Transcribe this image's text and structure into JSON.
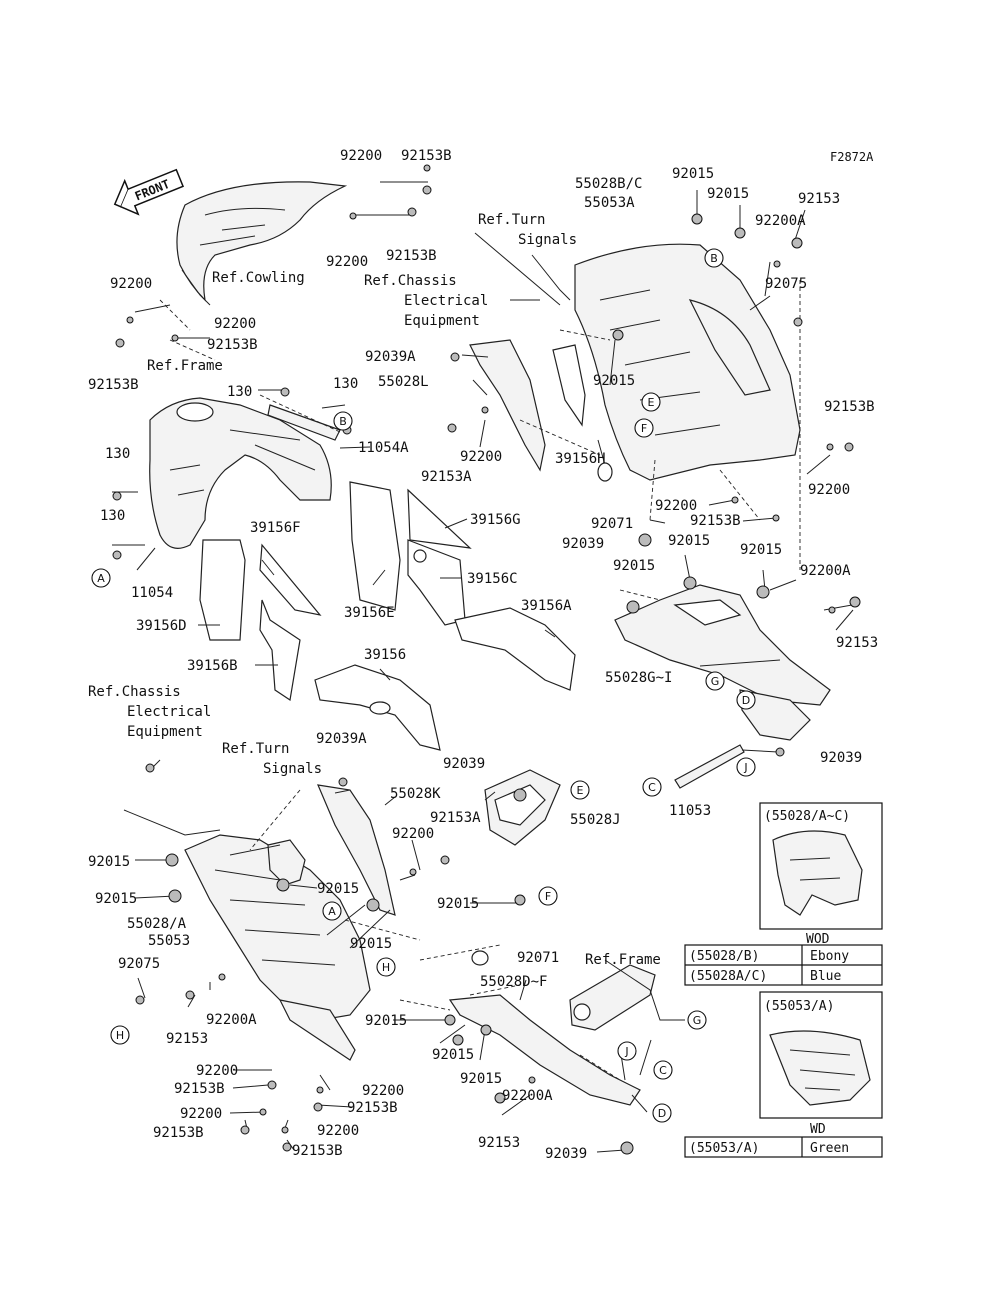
{
  "figure_code": "F2872A",
  "front_label": "FRONT",
  "labels": [
    {
      "id": "l1",
      "text": "92200"
    },
    {
      "id": "l2",
      "text": "92153B"
    },
    {
      "id": "l3",
      "text": "92200"
    },
    {
      "id": "l4",
      "text": "92153B"
    },
    {
      "id": "l5",
      "text": "Ref.Cowling"
    },
    {
      "id": "l6",
      "text": "92200"
    },
    {
      "id": "l7",
      "text": "92200"
    },
    {
      "id": "l8",
      "text": "92153B"
    },
    {
      "id": "l9",
      "text": "92153B"
    },
    {
      "id": "l10",
      "text": "Ref.Frame"
    },
    {
      "id": "l11",
      "text": "130"
    },
    {
      "id": "l12",
      "text": "130"
    },
    {
      "id": "l13",
      "text": "11054A"
    },
    {
      "id": "l14",
      "text": "130"
    },
    {
      "id": "l15",
      "text": "130"
    },
    {
      "id": "l16",
      "text": "11054"
    },
    {
      "id": "l17",
      "text": "39156F"
    },
    {
      "id": "l18",
      "text": "39156D"
    },
    {
      "id": "l19",
      "text": "39156B"
    },
    {
      "id": "l20",
      "text": "39156E"
    },
    {
      "id": "l21",
      "text": "39156G"
    },
    {
      "id": "l22",
      "text": "39156C"
    },
    {
      "id": "l23",
      "text": "39156A"
    },
    {
      "id": "l24",
      "text": "39156"
    },
    {
      "id": "l25",
      "text": "Ref.Turn"
    },
    {
      "id": "l26",
      "text": "Signals"
    },
    {
      "id": "l27",
      "text": "Ref.Chassis"
    },
    {
      "id": "l28",
      "text": "Electrical"
    },
    {
      "id": "l29",
      "text": "Equipment"
    },
    {
      "id": "l30",
      "text": "92039A"
    },
    {
      "id": "l31",
      "text": "55028L"
    },
    {
      "id": "l32",
      "text": "92200"
    },
    {
      "id": "l33",
      "text": "92153A"
    },
    {
      "id": "l34",
      "text": "39156H"
    },
    {
      "id": "l35",
      "text": "92015"
    },
    {
      "id": "l36",
      "text": "55028B/C"
    },
    {
      "id": "l37",
      "text": "55053A"
    },
    {
      "id": "l38",
      "text": "92015"
    },
    {
      "id": "l39",
      "text": "92015"
    },
    {
      "id": "l40",
      "text": "92153"
    },
    {
      "id": "l41",
      "text": "92200A"
    },
    {
      "id": "l42",
      "text": "92075"
    },
    {
      "id": "l43",
      "text": "92153B"
    },
    {
      "id": "l44",
      "text": "92200"
    },
    {
      "id": "l45",
      "text": "92071"
    },
    {
      "id": "l46",
      "text": "92039"
    },
    {
      "id": "l47",
      "text": "92200"
    },
    {
      "id": "l48",
      "text": "92153B"
    },
    {
      "id": "l49",
      "text": "92015"
    },
    {
      "id": "l50",
      "text": "92015"
    },
    {
      "id": "l51",
      "text": "92015"
    },
    {
      "id": "l52",
      "text": "92200A"
    },
    {
      "id": "l53",
      "text": "92153"
    },
    {
      "id": "l54",
      "text": "55028G~I"
    },
    {
      "id": "l55",
      "text": "92039"
    },
    {
      "id": "l56",
      "text": "11053"
    },
    {
      "id": "l57",
      "text": "Ref.Chassis"
    },
    {
      "id": "l58",
      "text": "Electrical"
    },
    {
      "id": "l59",
      "text": "Equipment"
    },
    {
      "id": "l60",
      "text": "Ref.Turn"
    },
    {
      "id": "l61",
      "text": "Signals"
    },
    {
      "id": "l62",
      "text": "92039A"
    },
    {
      "id": "l63",
      "text": "55028K"
    },
    {
      "id": "l64",
      "text": "92039"
    },
    {
      "id": "l65",
      "text": "55028J"
    },
    {
      "id": "l66",
      "text": "92153A"
    },
    {
      "id": "l67",
      "text": "92200"
    },
    {
      "id": "l68",
      "text": "92015"
    },
    {
      "id": "l69",
      "text": "92015"
    },
    {
      "id": "l70",
      "text": "92015"
    },
    {
      "id": "l71",
      "text": "55028/A"
    },
    {
      "id": "l72",
      "text": "55053"
    },
    {
      "id": "l73",
      "text": "92015"
    },
    {
      "id": "l74",
      "text": "92015"
    },
    {
      "id": "l75",
      "text": "92071"
    },
    {
      "id": "l76",
      "text": "92075"
    },
    {
      "id": "l77",
      "text": "92200A"
    },
    {
      "id": "l78",
      "text": "92153"
    },
    {
      "id": "l79",
      "text": "Ref.Frame"
    },
    {
      "id": "l80",
      "text": "55028D~F"
    },
    {
      "id": "l81",
      "text": "92015"
    },
    {
      "id": "l82",
      "text": "92015"
    },
    {
      "id": "l83",
      "text": "92015"
    },
    {
      "id": "l84",
      "text": "92200"
    },
    {
      "id": "l85",
      "text": "92153B"
    },
    {
      "id": "l86",
      "text": "92200"
    },
    {
      "id": "l87",
      "text": "92153B"
    },
    {
      "id": "l88",
      "text": "92200"
    },
    {
      "id": "l89",
      "text": "92153B"
    },
    {
      "id": "l90",
      "text": "92200"
    },
    {
      "id": "l91",
      "text": "92153B"
    },
    {
      "id": "l92",
      "text": "92200A"
    },
    {
      "id": "l93",
      "text": "92153"
    },
    {
      "id": "l94",
      "text": "92039"
    }
  ],
  "callouts": [
    "A",
    "B",
    "C",
    "D",
    "E",
    "F",
    "G",
    "H",
    "J"
  ],
  "inset_1": {
    "title": "(55028/A~C)",
    "caption": "WOD"
  },
  "table_1": [
    {
      "code": "(55028/B)",
      "color": "Ebony"
    },
    {
      "code": "(55028A/C)",
      "color": "Blue"
    }
  ],
  "inset_2": {
    "title": "(55053/A)",
    "caption": "WD"
  },
  "table_2": [
    {
      "code": "(55053/A)",
      "color": "Green"
    }
  ]
}
